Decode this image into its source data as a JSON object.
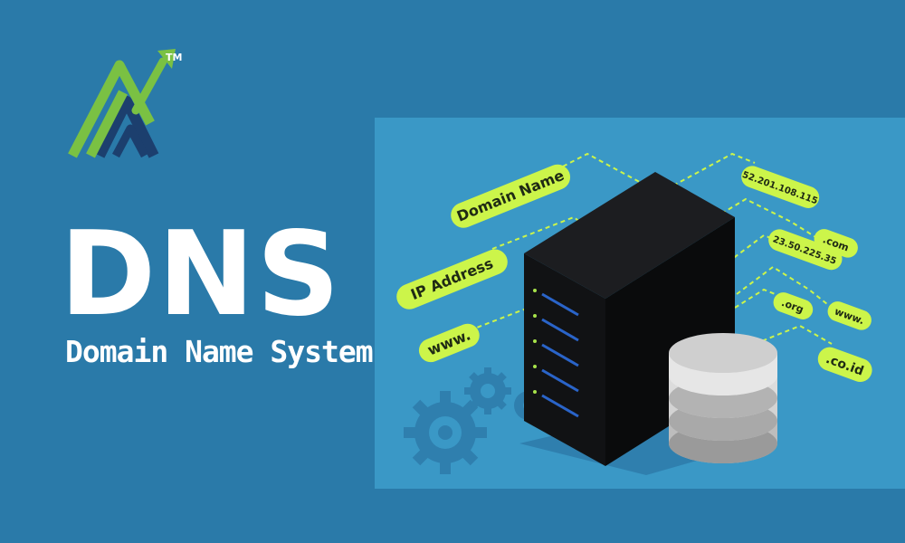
{
  "brand": {
    "trademark": "TM",
    "logo_icon": "growth-arrow-logo-icon",
    "colors": {
      "green": "#7ac143",
      "navy": "#1c3f6e"
    }
  },
  "heading": {
    "title": "DNS",
    "subtitle": "Domain Name System"
  },
  "illustration": {
    "left_labels": [
      "Domain Name",
      "IP Address",
      "www."
    ],
    "right_labels": [
      "52.201.108.115",
      ".com",
      "23.50.225.35",
      ".org",
      "www.",
      ".co.id"
    ],
    "icons": [
      "server-icon",
      "database-icon",
      "gear-icon"
    ],
    "colors": {
      "background": "#2a7aa9",
      "panel": "#3a98c6",
      "label": "#ccf54a",
      "server": "#0d0d0e"
    }
  }
}
